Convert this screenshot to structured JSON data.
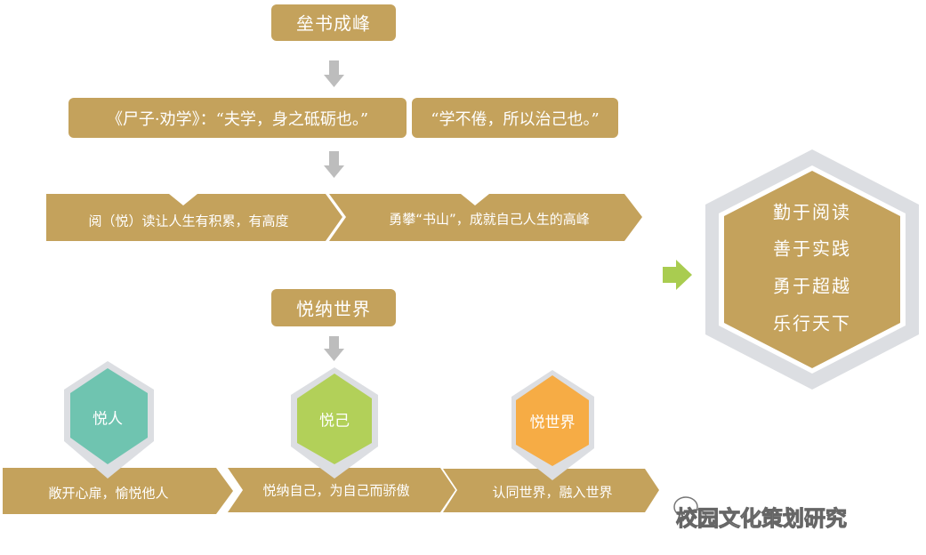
{
  "colors": {
    "gold": "#C4A25C",
    "gray_arrow": "#BDBDBD",
    "hex_border": "#DCDEE2",
    "teal": "#6FC4B0",
    "green": "#B2D059",
    "orange": "#F6AC45",
    "green_arrow": "#A9CC50"
  },
  "section1": {
    "title": "垒书成峰",
    "quotes": [
      "《尸子·劝学》：“夫学，身之砥砺也。”",
      "“学不倦，所以治己也。”"
    ],
    "bands": [
      "阅（悦）读让人生有积累，有高度",
      "勇攀“书山”，成就自己人生的高峰"
    ]
  },
  "summary": {
    "lines": [
      "勤于阅读",
      "善于实践",
      "勇于超越",
      "乐行天下"
    ]
  },
  "section2": {
    "title": "悦纳世界",
    "hexes": [
      "悦人",
      "悦己",
      "悦世界"
    ],
    "bands": [
      "敞开心扉，愉悦他人",
      "悦纳自己，为自己而骄傲",
      "认同世界，融入世界"
    ]
  },
  "watermark": "校园文化策划研究"
}
